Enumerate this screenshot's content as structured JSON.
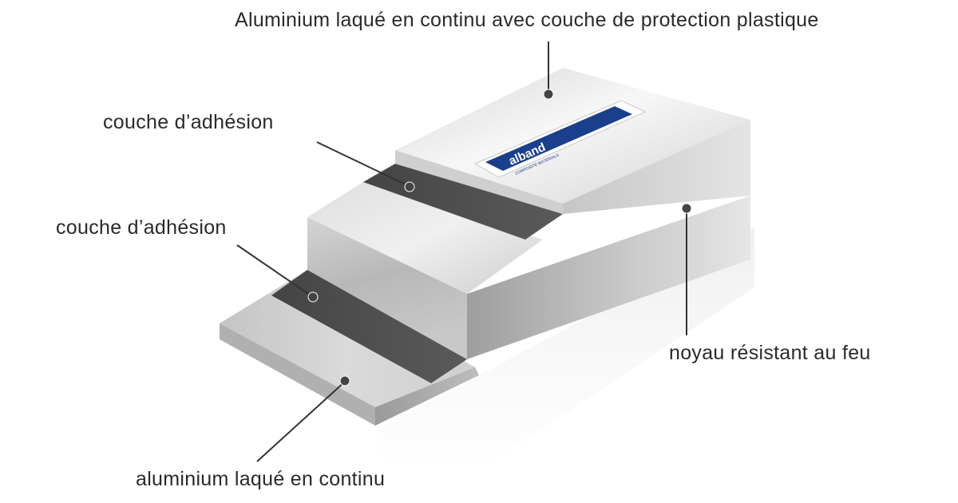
{
  "labels": {
    "top_layer": "Aluminium laqué en continu avec couche de protection plastique",
    "adhesion_upper": "couche d’adhésion",
    "adhesion_lower": "couche d’adhésion",
    "core": "noyau résistant au feu",
    "bottom_layer": "aluminium laqué en continu"
  },
  "logo": {
    "brand": "alband",
    "tagline": "COMPOSITE MATERIALS"
  },
  "colors": {
    "adhesive": "#4f4f4f",
    "aluminium_light": "#f2f2f2",
    "aluminium_mid": "#cfcfcf",
    "aluminium_dark": "#9a9a9a",
    "brand_blue": "#1a3f8c",
    "leader": "#333333"
  }
}
